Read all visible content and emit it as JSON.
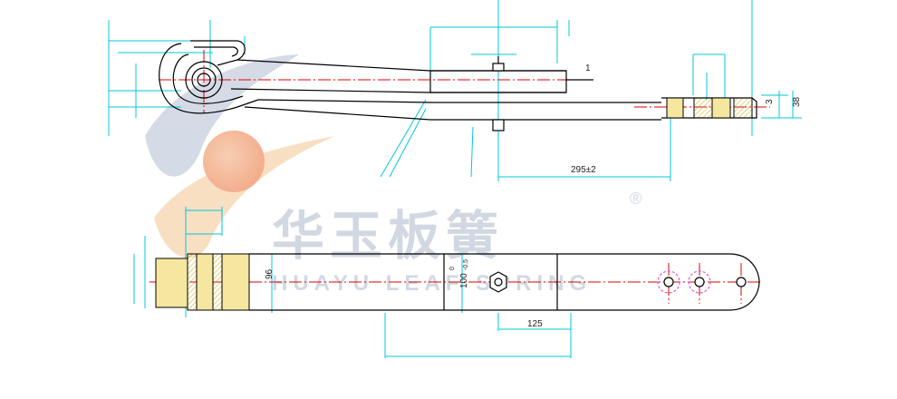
{
  "watermark": {
    "brand_cn": "华玉板簧",
    "brand_en": "HUAYU LEAF SPRING",
    "registered": "®"
  },
  "dimensions": {
    "top_length": "295±2",
    "top_thickness": "38",
    "top_small": "3",
    "top_mark": "1",
    "bottom_eye_width": "96",
    "bottom_width": "100",
    "bottom_tolerance_upper": "0",
    "bottom_tolerance_lower": "-0.5",
    "bottom_length": "125"
  },
  "colors": {
    "outline": "#000000",
    "dimension": "#00c8d8",
    "centerline": "#e00000",
    "bushing": "#f5e6a0",
    "hatch": "#c8a800",
    "watermark": "#c9d2de",
    "accent_orange": "#f2b27c"
  }
}
